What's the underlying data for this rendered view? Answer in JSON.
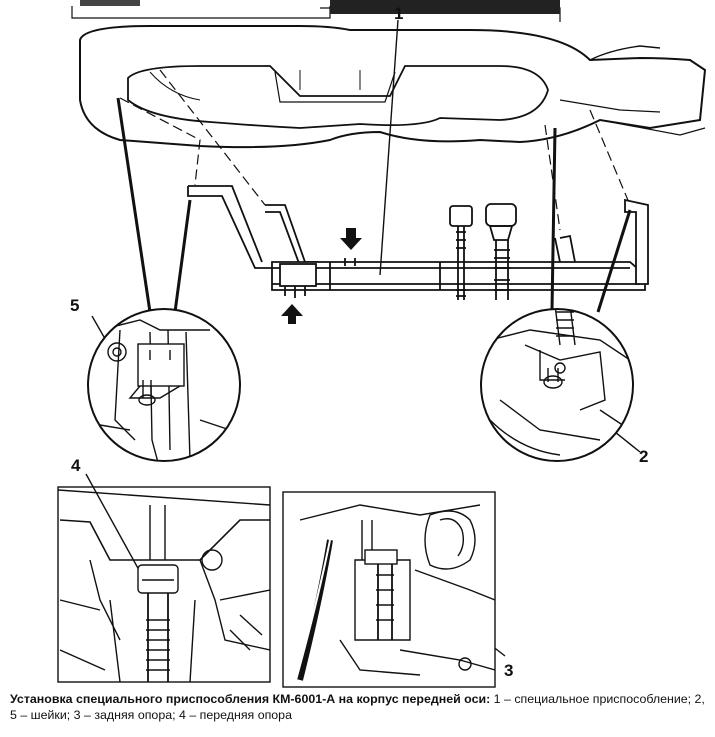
{
  "callouts": {
    "c1": "1",
    "c2": "2",
    "c3": "3",
    "c4": "4",
    "c5": "5"
  },
  "caption": {
    "title": "Установка специального приспособления КМ-6001-А на корпус передней оси:",
    "text": " 1 – специальное приспособление; 2, 5 – шейки; 3 – задняя опора; 4 – передняя опора"
  }
}
